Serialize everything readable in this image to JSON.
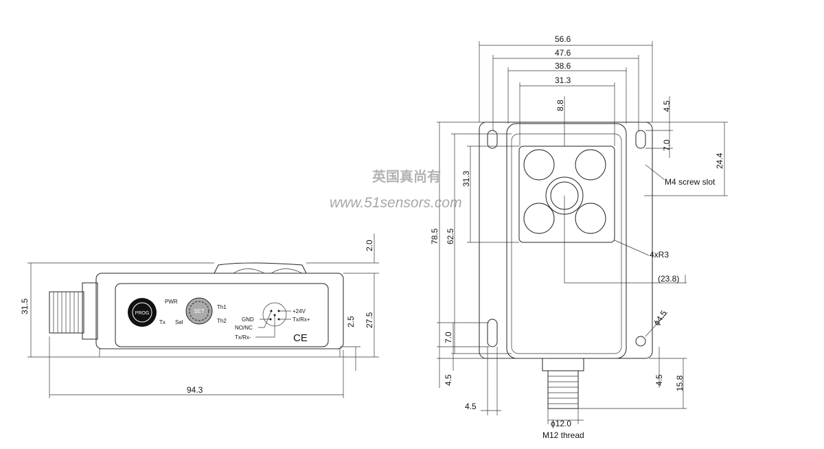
{
  "side_view": {
    "panel": {
      "prog": "PROG",
      "set": "SET",
      "pwr": "PWR",
      "tx": "Tx",
      "sel": "Sel",
      "th1": "Th1",
      "th2": "Th2",
      "pins": {
        "plus24v": "+24V",
        "txrx_plus": "Tx/Rx+",
        "gnd": "GND",
        "nonc": "NO/NC",
        "txrx_minus": "Tx/Rx-"
      },
      "ce": "CE"
    },
    "dims": {
      "height": "31.5",
      "length": "94.3",
      "top": "2.0",
      "body_height": "27.5",
      "base": "2.5"
    }
  },
  "front_view": {
    "dims": {
      "w1": "56.6",
      "w2": "47.6",
      "w3": "38.6",
      "w4": "31.3",
      "d8": "8.8",
      "d45top": "4.5",
      "d70top": "7.0",
      "d244": "24.4",
      "h785": "78.5",
      "h625": "62.5",
      "h313": "31.3",
      "r": "4xR3",
      "d238": "(23.8)",
      "hole": "ϕ4.5",
      "d70bot": "7.0",
      "d45left": "4.5",
      "d45bottom": "4.5",
      "d45right": "4.5",
      "d158": "15.8",
      "thread_dia": "ϕ12.0"
    },
    "labels": {
      "screw_slot": "M4 screw slot",
      "thread": "M12 thread"
    }
  },
  "watermark": {
    "cn": "英国真尚有",
    "url": "www.51sensors.com"
  }
}
